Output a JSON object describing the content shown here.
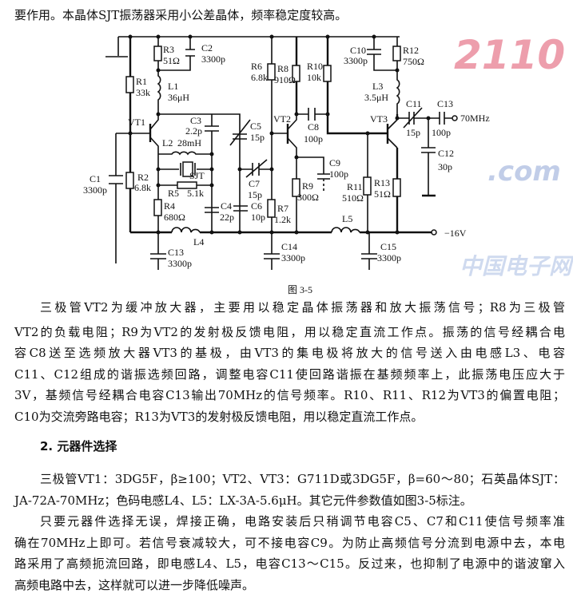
{
  "top_line": "要作用。本晶体SJT振荡器采用小公差晶体，频率稳定度较高。",
  "figure": {
    "caption": "图 3-5",
    "labels": {
      "R1": "R1",
      "R1v": "33k",
      "R2": "R2",
      "R2v": "6.8k",
      "R3": "R3",
      "R3v": "51Ω",
      "R4": "R4",
      "R4v": "680Ω",
      "R5": "R5",
      "R5v": "5.1k",
      "R6": "R6",
      "R6v": "6.8k",
      "R7": "R7",
      "R7v": "1.2k",
      "R8": "R8",
      "R8v": "910Ω",
      "R9": "R9",
      "R9v": "300Ω",
      "R10": "R10",
      "R10v": "10k",
      "R11": "R11",
      "R11v": "510Ω",
      "R12": "R12",
      "R12v": "750Ω",
      "R13": "R13",
      "R13v": "51Ω",
      "C1": "C1",
      "C1v": "3300p",
      "C2": "C2",
      "C2v": "3300p",
      "C3": "C3",
      "C3v": "2.2p",
      "C4": "C4",
      "C4v": "22p",
      "C5": "C5",
      "C5v": "15p",
      "C6": "C6",
      "C6v": "10p",
      "C7": "C7",
      "C7v": "15p",
      "C8": "C8",
      "C8v": "100p",
      "C9": "C9",
      "C9v": "100p",
      "C10": "C10",
      "C10v": "3300p",
      "C11": "C11",
      "C11v": "15p",
      "C12": "C12",
      "C12v": "30p",
      "C13a": "C13",
      "C13av": "3300p",
      "C13b": "C13",
      "C13bv": "100p",
      "C14": "C14",
      "C14v": "3300p",
      "C15": "C15",
      "C15v": "3300p",
      "L1": "L1",
      "L1v": "36μH",
      "L2": "L2",
      "L2v": "28mH",
      "L3": "L3",
      "L3v": "3.5μH",
      "L4": "L4",
      "L5": "L5",
      "VT1": "VT1",
      "VT2": "VT2",
      "VT3": "VT3",
      "SJT": "SJT",
      "out": "70MHz",
      "supply": "−16V"
    }
  },
  "watermark": {
    "main": "2110",
    "domain": ".com",
    "cn": "中国电子网"
  },
  "paragraph1": [
    "三极管VT2为缓冲放大器，主要用以稳定晶体振荡器和放大振荡信号；R8为三极管",
    "VT2的负载电阻；R9为VT2的发射极反馈电阻，用以稳定直流工作点。振荡的信号经耦合电",
    "容C8送至选频放大器VT3的基极，由VT3的集电极将放大的信号送入由电感L3、电容",
    "C11、C12组成的谐振选频回路，调整电容C11使回路谐振在基频频率上，此振荡电压应大于",
    "3V，基频信号经耦合电容C13输出70MHz的信号频率。R10、R11、R12为VT3的偏置电阻；",
    "C10为交流旁路电容；R13为VT3的发射极反馈电阻，用以稳定直流工作点。"
  ],
  "section_heading": "2. 元器件选择",
  "paragraph2": [
    "三极管VT1：3DG5F，β≥100；VT2、VT3：G711D或3DG5F，β=60～80；石英晶体SJT：",
    "JA-72A-70MHz；色码电感L4、L5：LX-3A-5.6μH。其它元件参数值如图3-5标注。"
  ],
  "paragraph3": [
    "只要元器件选择无误，焊接正确，电路安装后只稍调节电容C5、C7和C11使信号频率准",
    "确在70MHz上即可。若信号衰减较大，可不接电容C9。为防止高频信号分流到电源中去，本电",
    "路采用了高频扼流回路，即电感L4、L5，电容C13～C15。反过来，也抑制了电源中的谐波窜入",
    "高频电路中去，这样就可以进一步降低噪声。"
  ]
}
